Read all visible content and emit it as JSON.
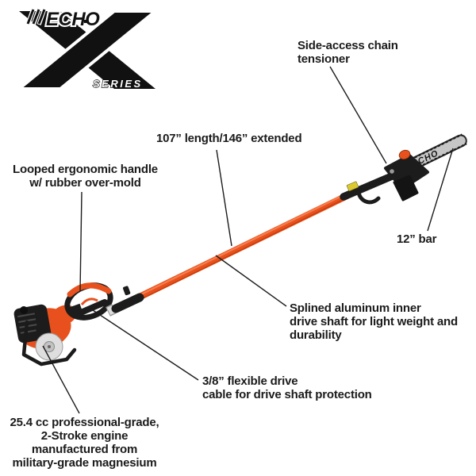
{
  "logo": {
    "brand": "ECHO",
    "series": "SERIES"
  },
  "product": {
    "bar_brand": "ECHO",
    "accent_orange": "#E8511D",
    "body_black": "#1C1C1C",
    "bar_gray": "#C6C6C6",
    "label_yellow": "#DCC92F"
  },
  "callouts": {
    "chain_tensioner": {
      "lines": [
        "Side-access chain",
        "tensioner"
      ]
    },
    "length": {
      "lines": [
        "107” length/146” extended"
      ]
    },
    "handle": {
      "lines": [
        "Looped ergonomic handle",
        "w/ rubber over-mold"
      ]
    },
    "bar": {
      "lines": [
        "12” bar"
      ]
    },
    "drive_shaft": {
      "lines": [
        "Splined aluminum inner",
        "drive shaft for light weight and",
        "durability"
      ]
    },
    "drive_cable": {
      "lines": [
        "3/8” flexible drive",
        "cable for drive shaft protection"
      ]
    },
    "engine": {
      "lines": [
        "25.4 cc professional-grade,",
        "2-Stroke engine",
        "manufactured from",
        "military-grade magnesium"
      ]
    }
  }
}
